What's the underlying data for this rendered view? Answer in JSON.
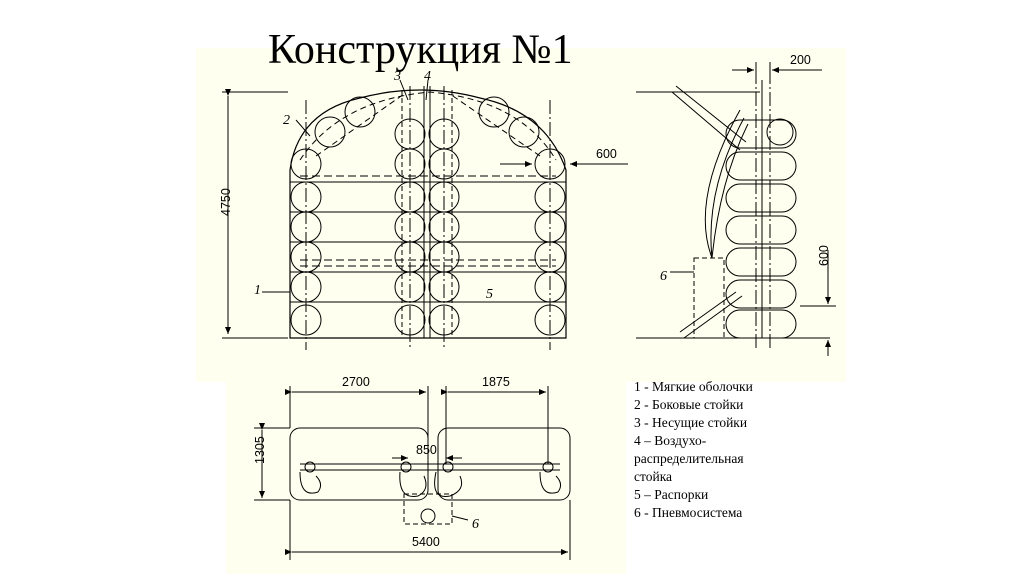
{
  "title": "Конструкция №1",
  "front_view": {
    "callouts": {
      "c1": "1",
      "c2": "2",
      "c3": "3",
      "c4": "4",
      "c5": "5"
    },
    "dimensions": {
      "height": "4750",
      "offset": "600"
    }
  },
  "side_view": {
    "callouts": {
      "c6": "6"
    },
    "dimensions": {
      "top": "200",
      "vertical": "600"
    }
  },
  "plan_view": {
    "callouts": {
      "c6": "6"
    },
    "dimensions": {
      "left_span": "2700",
      "right_span": "1875",
      "center": "850",
      "depth": "1305",
      "total": "5400"
    }
  },
  "legend": [
    "1 - Мягкие оболочки",
    "2 - Боковые стойки",
    "3 - Несущие стойки",
    "4 – Воздухо-",
    "распределительная",
    "стойка",
    "5 – Распорки",
    "6 - Пневмосистема"
  ]
}
